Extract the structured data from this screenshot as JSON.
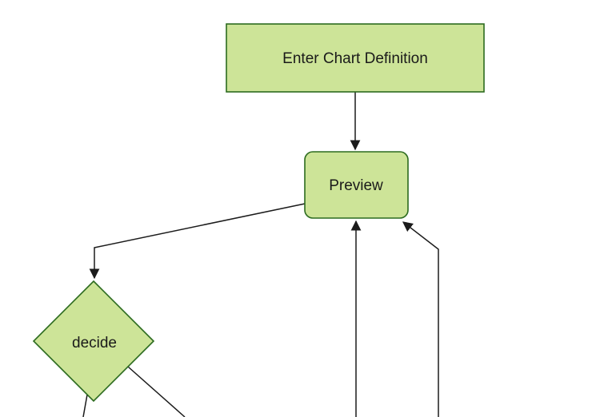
{
  "diagram": {
    "kind": "flowchart",
    "direction": "top-down",
    "nodes": [
      {
        "id": "enter-chart-definition",
        "label": "Enter Chart Definition",
        "shape": "rectangle"
      },
      {
        "id": "preview",
        "label": "Preview",
        "shape": "rounded-rectangle"
      },
      {
        "id": "decide",
        "label": "decide",
        "shape": "diamond"
      }
    ],
    "edges": [
      {
        "from": "enter-chart-definition",
        "to": "preview",
        "arrow": true,
        "label": ""
      },
      {
        "from": "preview",
        "to": "decide",
        "arrow": true,
        "label": ""
      },
      {
        "from": "offscreen-bottom-center",
        "to": "preview",
        "arrow": true,
        "label": ""
      },
      {
        "from": "offscreen-bottom-right",
        "to": "preview",
        "arrow": true,
        "label": ""
      },
      {
        "from": "decide",
        "to": "offscreen-bottom-left",
        "arrow": false,
        "label": ""
      },
      {
        "from": "decide",
        "to": "offscreen-bottom-right",
        "arrow": false,
        "label": ""
      }
    ]
  },
  "colors": {
    "background": "#ffffff",
    "node_fill": "#cde498",
    "node_border": "#2c6b1f",
    "edge": "#1b1b1b",
    "text": "#1a1a1a"
  }
}
